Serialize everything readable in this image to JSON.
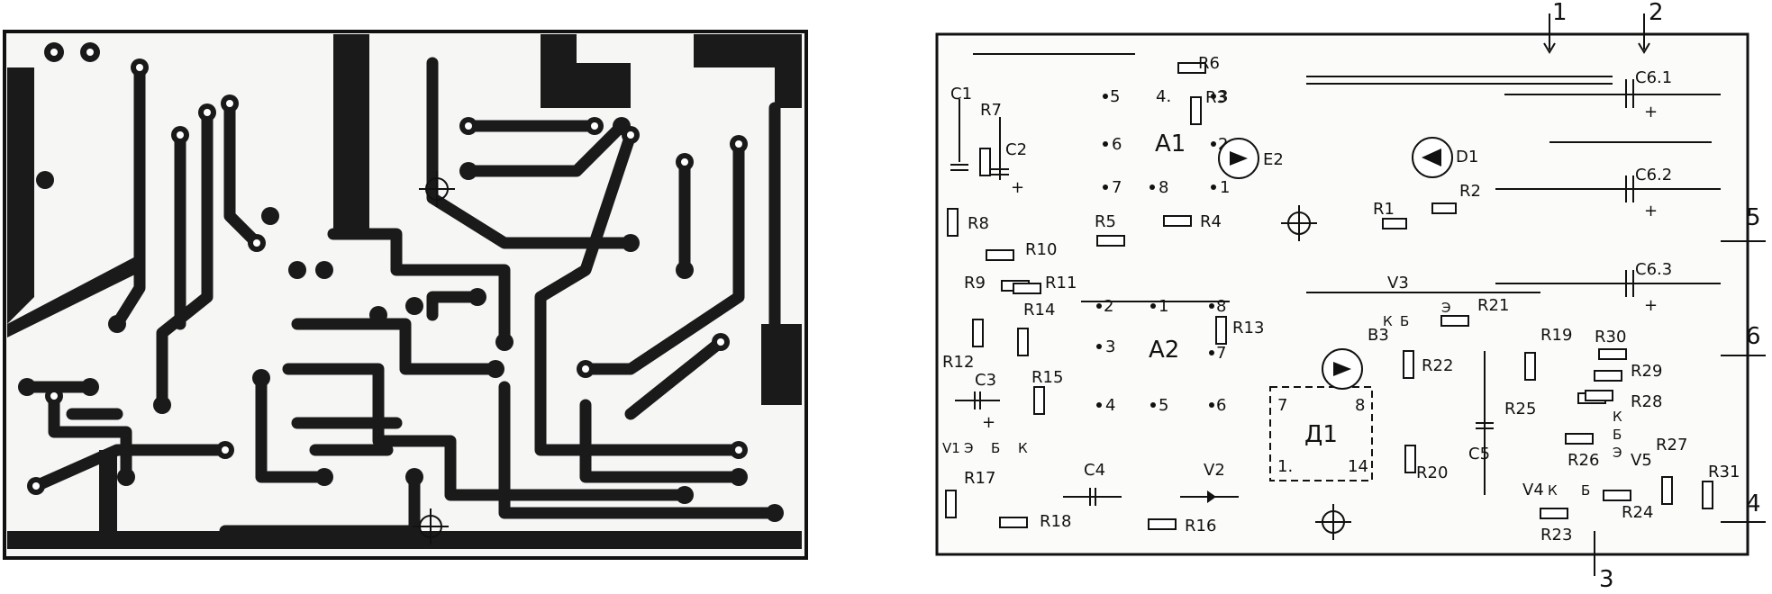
{
  "pcb": {
    "description_visible": false
  },
  "assembly": {
    "top_connectors": [
      "1",
      "2"
    ],
    "right_connectors": [
      "5",
      "6",
      "4"
    ],
    "bottom_connectors": [
      "3"
    ],
    "capacitors": {
      "c6_1": "C6.1",
      "c6_2": "C6.2",
      "c6_3": "C6.3",
      "c1": "C1",
      "c2": "C2",
      "c3": "C3",
      "c4": "C4",
      "c5": "C5"
    },
    "resistors": [
      "R1",
      "R2",
      "R3",
      "R4",
      "R5",
      "R6",
      "R7",
      "R8",
      "R9",
      "R10",
      "R11",
      "R12",
      "R13",
      "R14",
      "R15",
      "R16",
      "R17",
      "R18",
      "R19",
      "R20",
      "R21",
      "R22",
      "R23",
      "R24",
      "R25",
      "R26",
      "R27",
      "R28",
      "R29",
      "R30",
      "R31"
    ],
    "diodes": {
      "d1": "D1",
      "d2": "E2",
      "d3": "B3"
    },
    "transistors": {
      "v1": "V1",
      "v2": "V2",
      "v3": "V3",
      "v4": "V4",
      "v5": "V5"
    },
    "ics": {
      "a1": "A1",
      "a2": "A2",
      "d1": "Д1"
    },
    "a1_pins": [
      "5",
      "4.",
      "3",
      "6",
      "2",
      "7",
      "8",
      "1"
    ],
    "a2_pins": [
      "2",
      "1",
      "8",
      "3",
      "7",
      "4",
      "5",
      "6"
    ],
    "d1_pins": [
      "7",
      "8",
      "1.",
      "14"
    ],
    "transistor_pins": {
      "e": "Э",
      "b": "Б",
      "k": "К"
    },
    "plus": "+",
    "v3_pins": [
      "К",
      "Б",
      "Э"
    ]
  }
}
